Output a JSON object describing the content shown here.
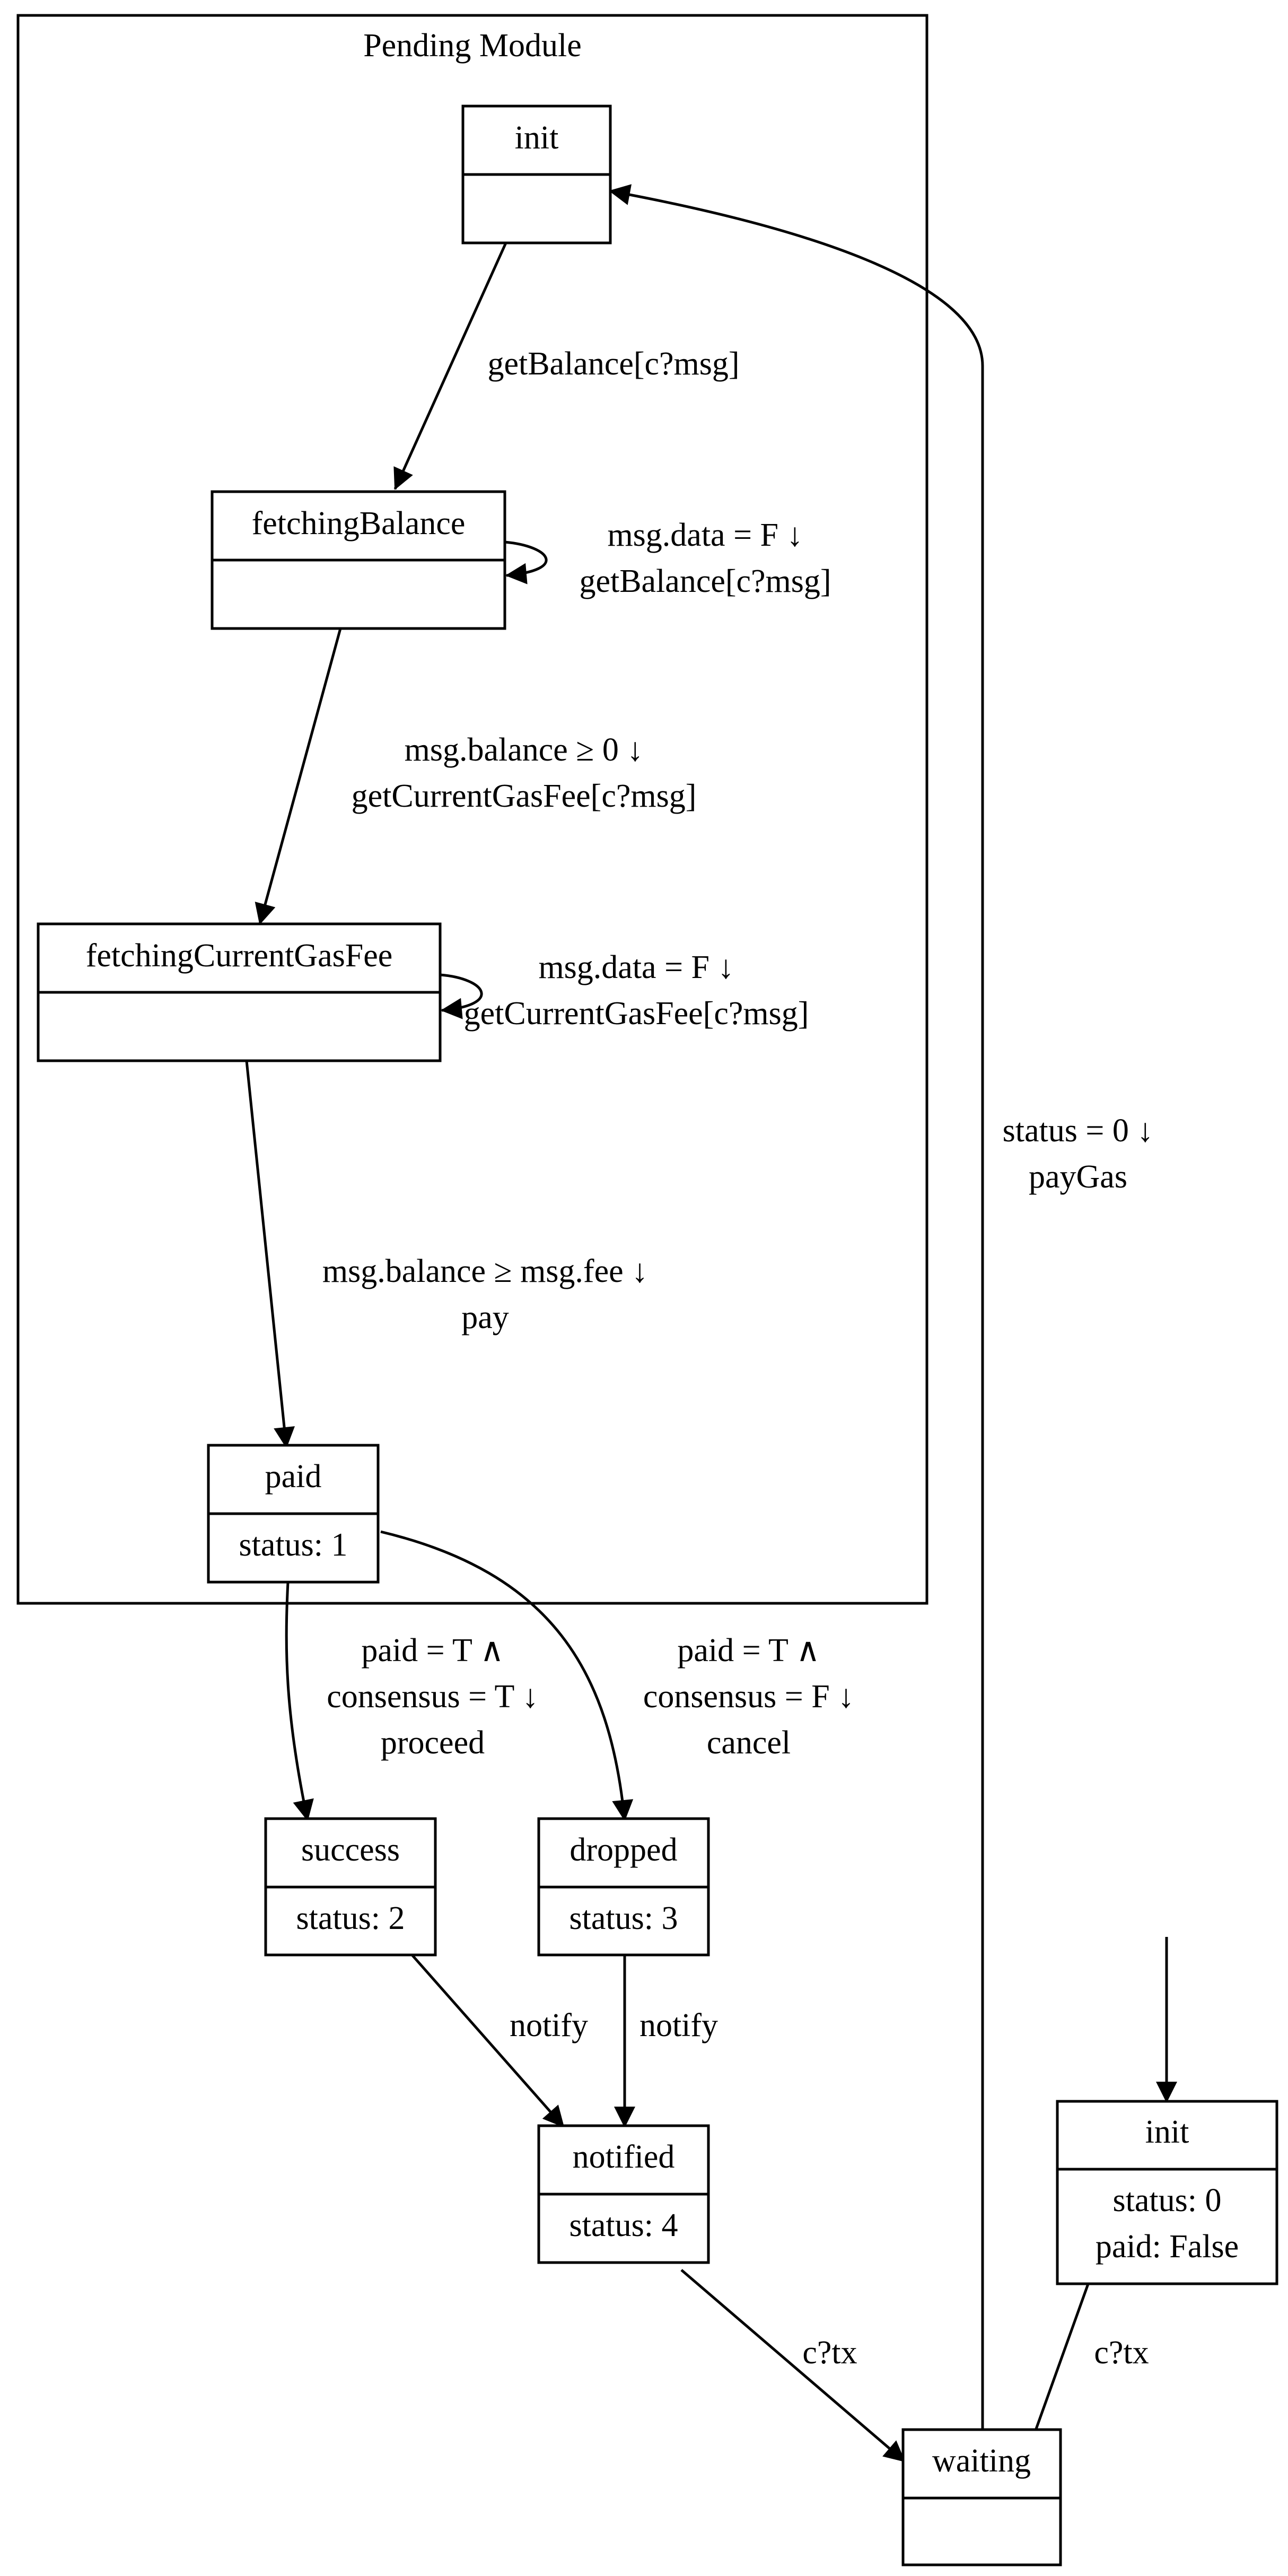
{
  "cluster": {
    "title": "Pending Module"
  },
  "nodes": [
    {
      "id": "init_inner",
      "title": "init",
      "body": []
    },
    {
      "id": "fetchingBalance",
      "title": "fetchingBalance",
      "body": []
    },
    {
      "id": "fetchingCurrentGasFee",
      "title": "fetchingCurrentGasFee",
      "body": []
    },
    {
      "id": "paid",
      "title": "paid",
      "body": [
        "status: 1"
      ]
    },
    {
      "id": "success",
      "title": "success",
      "body": [
        "status: 2"
      ]
    },
    {
      "id": "dropped",
      "title": "dropped",
      "body": [
        "status: 3"
      ]
    },
    {
      "id": "notified",
      "title": "notified",
      "body": [
        "status: 4"
      ]
    },
    {
      "id": "init_outer",
      "title": "init",
      "body": [
        "status: 0",
        "paid: False"
      ]
    },
    {
      "id": "waiting",
      "title": "waiting",
      "body": []
    }
  ],
  "edges": [
    {
      "id": "e_init_fetchbal",
      "from": "init_inner",
      "to": "fetchingBalance",
      "label": [
        "getBalance[c?msg]"
      ]
    },
    {
      "id": "e_fetchbal_self",
      "from": "fetchingBalance",
      "to": "fetchingBalance",
      "label": [
        "msg.data = F ↓",
        "getBalance[c?msg]"
      ]
    },
    {
      "id": "e_fetchbal_gas",
      "from": "fetchingBalance",
      "to": "fetchingCurrentGasFee",
      "label": [
        "msg.balance ≥ 0 ↓",
        "getCurrentGasFee[c?msg]"
      ]
    },
    {
      "id": "e_gas_self",
      "from": "fetchingCurrentGasFee",
      "to": "fetchingCurrentGasFee",
      "label": [
        "msg.data = F ↓",
        "getCurrentGasFee[c?msg]"
      ]
    },
    {
      "id": "e_gas_paid",
      "from": "fetchingCurrentGasFee",
      "to": "paid",
      "label": [
        "msg.balance ≥ msg.fee ↓",
        "pay"
      ]
    },
    {
      "id": "e_paid_success",
      "from": "paid",
      "to": "success",
      "label": [
        "paid = T ∧",
        "consensus = T ↓",
        "proceed"
      ]
    },
    {
      "id": "e_paid_dropped",
      "from": "paid",
      "to": "dropped",
      "label": [
        "paid = T ∧",
        "consensus = F ↓",
        "cancel"
      ]
    },
    {
      "id": "e_success_notified",
      "from": "success",
      "to": "notified",
      "label": [
        "notify"
      ]
    },
    {
      "id": "e_dropped_notified",
      "from": "dropped",
      "to": "notified",
      "label": [
        "notify"
      ]
    },
    {
      "id": "e_notified_waiting",
      "from": "notified",
      "to": "waiting",
      "label": [
        "c?tx"
      ]
    },
    {
      "id": "e_initouter_waiting",
      "from": "init_outer",
      "to": "waiting",
      "label": [
        "c?tx"
      ]
    },
    {
      "id": "e_waiting_init",
      "from": "waiting",
      "to": "init_inner",
      "label": [
        "status = 0 ↓",
        "payGas"
      ]
    },
    {
      "id": "e_start_initouter",
      "from": "",
      "to": "init_outer",
      "label": []
    }
  ],
  "colors": {
    "stroke": "#000000",
    "background": "#ffffff"
  }
}
